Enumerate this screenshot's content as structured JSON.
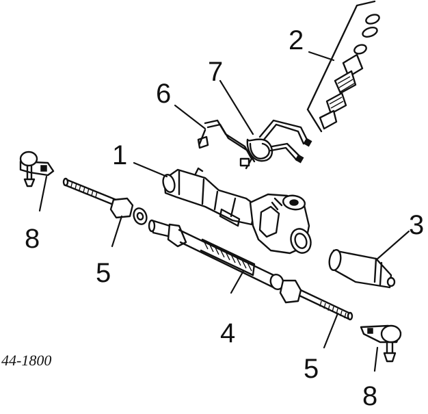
{
  "diagram": {
    "reference_code": "44-1800",
    "callouts": {
      "c1": "1",
      "c2": "2",
      "c3": "3",
      "c4": "4",
      "c5a": "5",
      "c5b": "5",
      "c6": "6",
      "c7": "7",
      "c8a": "8",
      "c8b": "8"
    }
  }
}
